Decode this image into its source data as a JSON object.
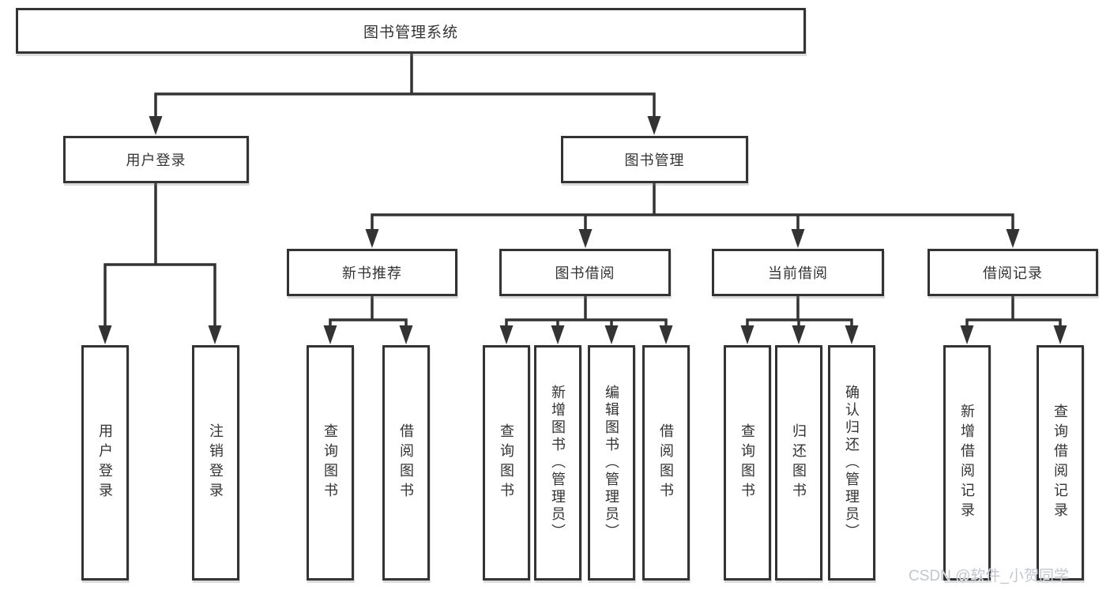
{
  "diagram": {
    "title": "图书管理系统",
    "level2": {
      "user_login": "用户登录",
      "book_management": "图书管理"
    },
    "level3": {
      "new_book_recommendation": "新书推荐",
      "book_borrowing": "图书借阅",
      "current_borrowing": "当前借阅",
      "borrowing_records": "借阅记录"
    },
    "leaves": {
      "user_login": "用户登录",
      "logout": "注销登录",
      "nb_query_books": "查询图书",
      "nb_borrow_books": "借阅图书",
      "bb_query_books": "查询图书",
      "bb_add_books_admin": "新增图书（管理员）",
      "bb_edit_books_admin": "编辑图书（管理员）",
      "bb_borrow_books": "借阅图书",
      "cb_query_books": "查询图书",
      "cb_return_books": "归还图书",
      "cb_confirm_return_admin": "确认归还（管理员）",
      "br_add_record": "新增借阅记录",
      "br_query_record": "查询借阅记录"
    },
    "watermark": "CSDN @软件_小贺同学",
    "colors": {
      "line": "#333333",
      "text": "#333333",
      "background": "#ffffff",
      "watermark": "#c3c7cd"
    }
  }
}
